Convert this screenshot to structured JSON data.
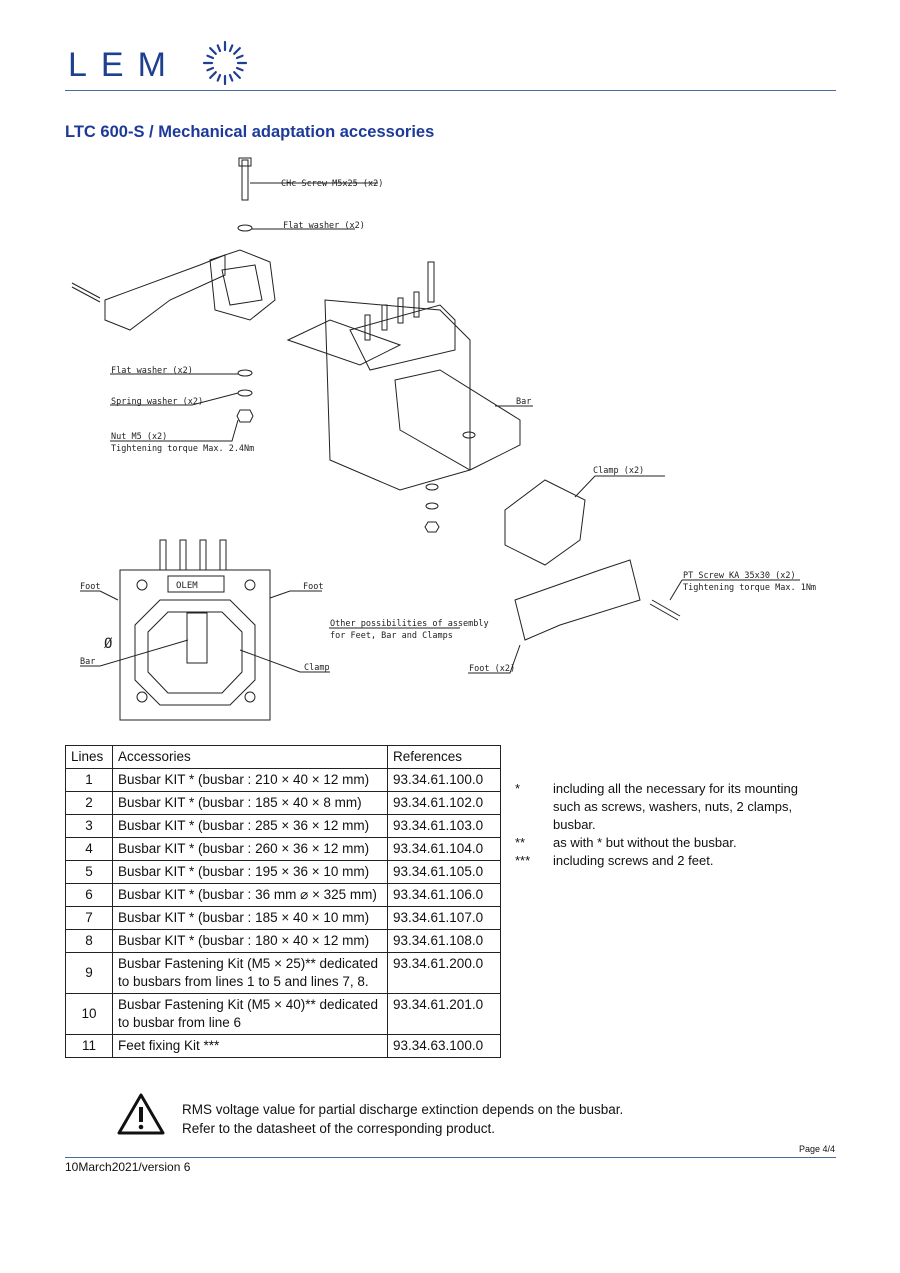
{
  "header": {
    "logo": "LEM",
    "title": "LTC 600-S / Mechanical adaptation accessories"
  },
  "drawing": {
    "labels": [
      "CHc Screw M5x25 (x2)",
      "Flat washer (x2)",
      "Flat washer (x2)",
      "Spring washer (x2)",
      "Nut M5 (x2)",
      "Tightening torque Max. 2.4Nm",
      "Bar",
      "Clamp (x2)",
      "PT Screw KA 35x30 (x2)",
      "Tightening torque Max. 1Nm",
      "Foot",
      "Foot",
      "Bar",
      "Clamp",
      "Other possibilities of assembly",
      "for Feet, Bar and Clamps",
      "Foot (x2)",
      "OLEM",
      "Ø"
    ]
  },
  "table": {
    "headers": [
      "Lines",
      "Accessories",
      "References"
    ],
    "rows": [
      {
        "line": "1",
        "acc": "Busbar KIT * (busbar : 210 × 40 × 12 mm)",
        "ref": "93.34.61.100.0"
      },
      {
        "line": "2",
        "acc": "Busbar KIT * (busbar : 185 × 40 × 8 mm)",
        "ref": "93.34.61.102.0"
      },
      {
        "line": "3",
        "acc": "Busbar KIT * (busbar : 285 × 36 × 12 mm)",
        "ref": "93.34.61.103.0"
      },
      {
        "line": "4",
        "acc": "Busbar KIT * (busbar : 260 × 36 × 12 mm)",
        "ref": "93.34.61.104.0"
      },
      {
        "line": "5",
        "acc": "Busbar KIT * (busbar : 195 × 36 × 10 mm)",
        "ref": "93.34.61.105.0"
      },
      {
        "line": "6",
        "acc": "Busbar KIT * (busbar : 36 mm ⌀ × 325 mm)",
        "ref": "93.34.61.106.0"
      },
      {
        "line": "7",
        "acc": "Busbar KIT * (busbar : 185 × 40 × 10 mm)",
        "ref": "93.34.61.107.0"
      },
      {
        "line": "8",
        "acc": "Busbar KIT * (busbar : 180 × 40 × 12 mm)",
        "ref": "93.34.61.108.0"
      },
      {
        "line": "9",
        "acc": "Busbar Fastening Kit (M5 × 25)** dedicated to busbars from lines 1 to 5 and lines 7, 8.",
        "ref": "93.34.61.200.0"
      },
      {
        "line": "10",
        "acc": "Busbar Fastening Kit (M5 × 40)** dedicated to busbar from line 6",
        "ref": "93.34.61.201.0"
      },
      {
        "line": "11",
        "acc": "Feet fixing Kit ***",
        "ref": "93.34.63.100.0"
      }
    ]
  },
  "notes": [
    {
      "mark": "*",
      "text": "including all the necessary for its mounting such as screws, washers, nuts, 2 clamps, busbar."
    },
    {
      "mark": "**",
      "text": "as with * but without the busbar."
    },
    {
      "mark": "***",
      "text": "including screws and 2 feet."
    }
  ],
  "warning": {
    "line1": "RMS voltage value for partial discharge extinction depends on the busbar.",
    "line2": "Refer to the datasheet of the corresponding product."
  },
  "footer": {
    "page": "Page 4/4",
    "date": "10March2021/version 6"
  }
}
